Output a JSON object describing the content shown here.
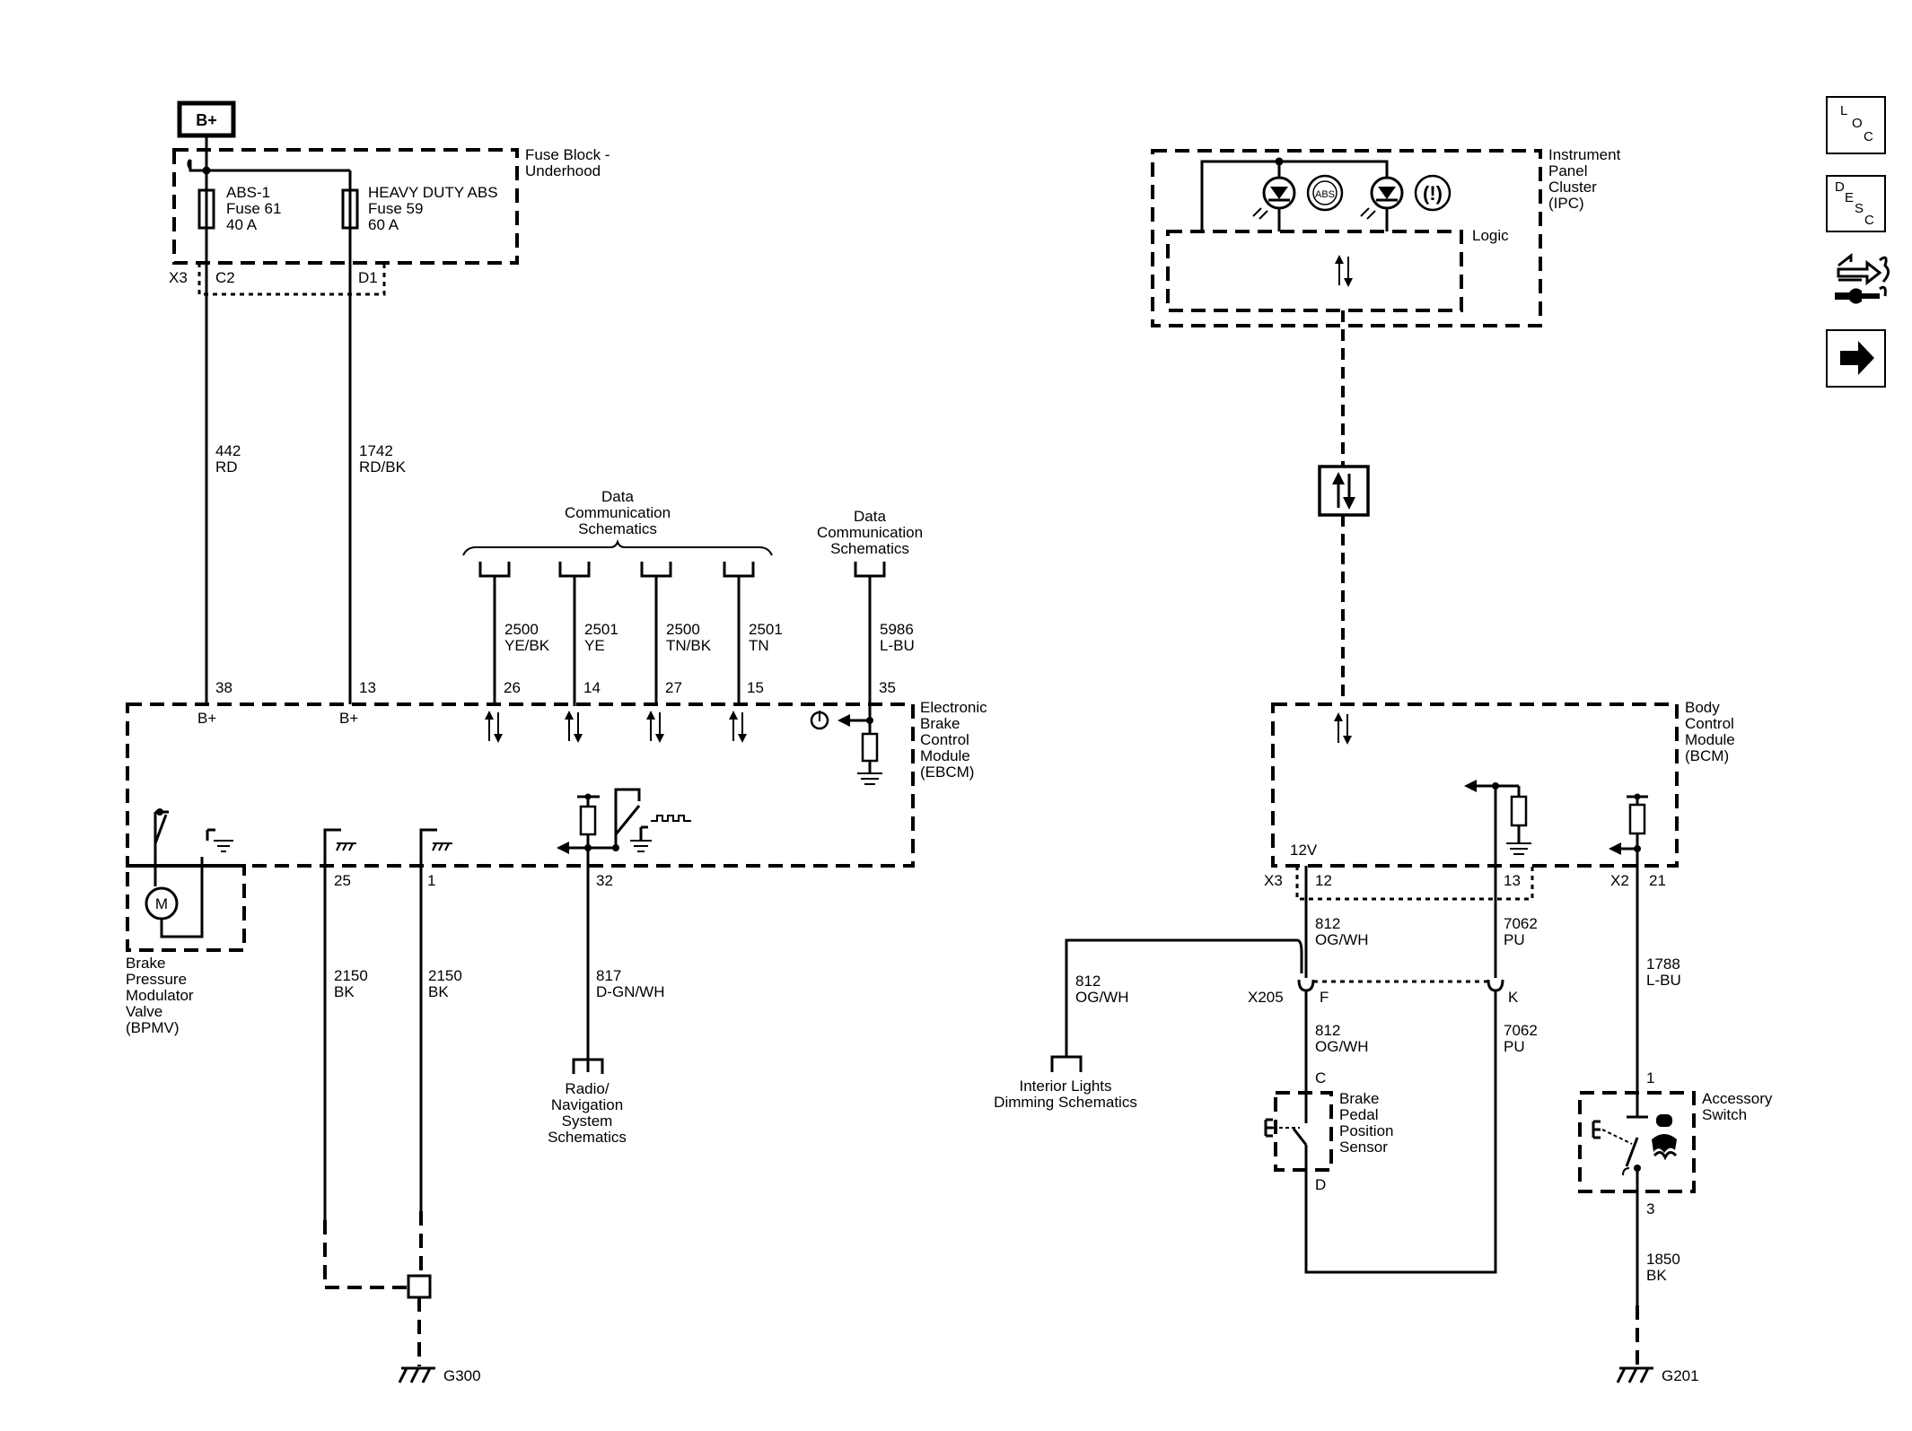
{
  "battery_label": "B+",
  "fuse_block": {
    "title": [
      "Fuse Block -",
      "Underhood"
    ],
    "connector": "X3",
    "pin_c2": "C2",
    "pin_d1": "D1",
    "fuse1": [
      "ABS-1",
      "Fuse 61",
      "40 A"
    ],
    "fuse2": [
      "HEAVY DUTY ABS",
      "Fuse 59",
      "60 A"
    ]
  },
  "wires": {
    "w442": [
      "442",
      "RD"
    ],
    "w1742": [
      "1742",
      "RD/BK"
    ],
    "w2500a": [
      "2500",
      "YE/BK"
    ],
    "w2501a": [
      "2501",
      "YE"
    ],
    "w2500b": [
      "2500",
      "TN/BK"
    ],
    "w2501b": [
      "2501",
      "TN"
    ],
    "w5986": [
      "5986",
      "L-BU"
    ],
    "w2150a": [
      "2150",
      "BK"
    ],
    "w2150b": [
      "2150",
      "BK"
    ],
    "w817": [
      "817",
      "D-GN/WH"
    ],
    "w812a": [
      "812",
      "OG/WH"
    ],
    "w812b": [
      "812",
      "OG/WH"
    ],
    "w812c": [
      "812",
      "OG/WH"
    ],
    "w7062a": [
      "7062",
      "PU"
    ],
    "w7062b": [
      "7062",
      "PU"
    ],
    "w1788": [
      "1788",
      "L-BU"
    ],
    "w1850": [
      "1850",
      "BK"
    ]
  },
  "refs": {
    "data_comm_1": [
      "Data",
      "Communication",
      "Schematics"
    ],
    "data_comm_2": [
      "Data",
      "Communication",
      "Schematics"
    ],
    "radio_nav": [
      "Radio/",
      "Navigation",
      "System",
      "Schematics"
    ],
    "interior_lights": [
      "Interior Lights",
      "Dimming Schematics"
    ]
  },
  "ebcm": {
    "title": [
      "Electronic",
      "Brake",
      "Control",
      "Module",
      "(EBCM)"
    ],
    "pins": {
      "p38": "38",
      "p13": "13",
      "p26": "26",
      "p14": "14",
      "p27": "27",
      "p15": "15",
      "p35": "35",
      "p25": "25",
      "p1": "1",
      "p32": "32"
    },
    "bplus_1": "B+",
    "bplus_2": "B+"
  },
  "bpmv": {
    "title": [
      "Brake",
      "Pressure",
      "Modulator",
      "Valve",
      "(BPMV)"
    ],
    "motor": "M"
  },
  "grounds": {
    "g300": "G300",
    "g201": "G201"
  },
  "ipc": {
    "title": [
      "Instrument",
      "Panel",
      "Cluster",
      "(IPC)"
    ],
    "logic": "Logic",
    "abs_lamp": "ABS",
    "brake_lamp": "(!)"
  },
  "bcm": {
    "title": [
      "Body",
      "Control",
      "Module",
      "(BCM)"
    ],
    "v12": "12V",
    "x3": "X3",
    "p12": "12",
    "p13": "13",
    "x2": "X2",
    "p21": "21"
  },
  "x205": {
    "connector": "X205",
    "pin_f": "F",
    "pin_k": "K"
  },
  "brake_pedal_sensor": {
    "title": [
      "Brake",
      "Pedal",
      "Position",
      "Sensor"
    ],
    "pin_c": "C",
    "pin_d": "D"
  },
  "accessory_switch": {
    "title": [
      "Accessory",
      "Switch"
    ],
    "pin_1": "1",
    "pin_3": "3"
  },
  "nav_icons": {
    "loc": [
      "L",
      "O",
      "C"
    ],
    "desc": [
      "D",
      "E",
      "S",
      "C"
    ]
  }
}
